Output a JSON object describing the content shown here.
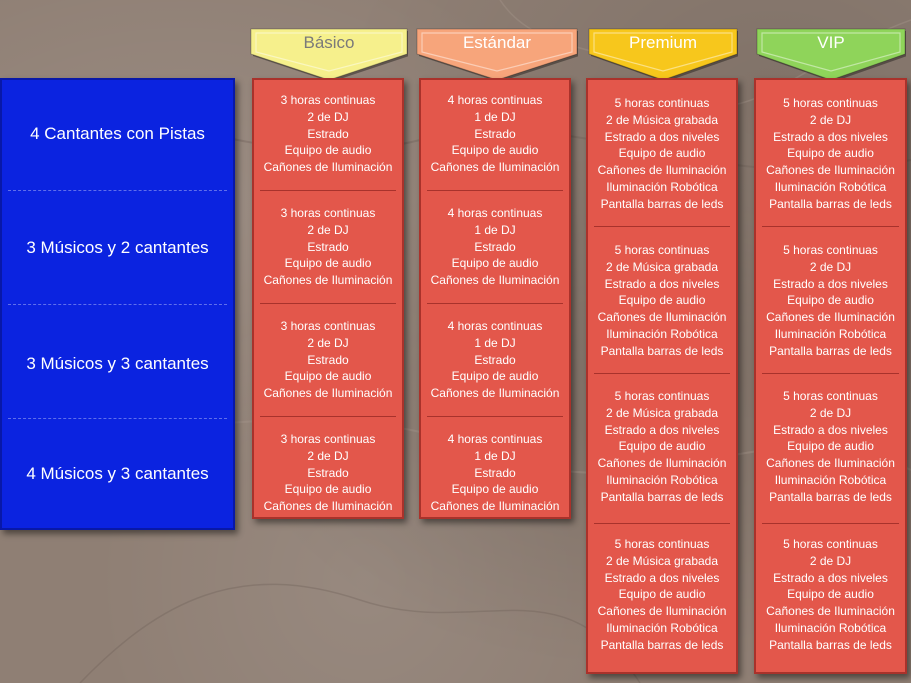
{
  "rows": [
    "4 Cantantes con Pistas",
    "3 Músicos y 2 cantantes",
    "3 Músicos y 3 cantantes",
    "4 Músicos y 3 cantantes"
  ],
  "plans": [
    {
      "name": "Básico",
      "color": "#f6f08c",
      "text_color": "#7a7a7a",
      "cells": [
        [
          "3 horas continuas",
          "2 de DJ",
          "Estrado",
          "Equipo de audio",
          "Cañones de Iluminación"
        ],
        [
          "3 horas continuas",
          "2 de DJ",
          "Estrado",
          "Equipo de audio",
          "Cañones de Iluminación"
        ],
        [
          "3 horas continuas",
          "2 de DJ",
          "Estrado",
          "Equipo de audio",
          "Cañones de Iluminación"
        ],
        [
          "3 horas continuas",
          "2 de DJ",
          "Estrado",
          "Equipo de audio",
          "Cañones de Iluminación"
        ]
      ]
    },
    {
      "name": "Estándar",
      "color": "#f7a57b",
      "text_color": "#ffffff",
      "cells": [
        [
          "4 horas continuas",
          "1 de DJ",
          "Estrado",
          "Equipo de audio",
          "Cañones de Iluminación"
        ],
        [
          "4 horas continuas",
          "1 de DJ",
          "Estrado",
          "Equipo de audio",
          "Cañones de Iluminación"
        ],
        [
          "4 horas continuas",
          "1 de DJ",
          "Estrado",
          "Equipo de audio",
          "Cañones de Iluminación"
        ],
        [
          "4 horas continuas",
          "1 de DJ",
          "Estrado",
          "Equipo de audio",
          "Cañones de Iluminación"
        ]
      ]
    },
    {
      "name": "Premium",
      "color": "#f7c71c",
      "text_color": "#ffffff",
      "cells": [
        [
          "5 horas continuas",
          "2 de Música grabada",
          "Estrado a dos niveles",
          "Equipo de audio",
          "Cañones de Iluminación",
          "Iluminación Robótica",
          "Pantalla  barras de leds"
        ],
        [
          "5 horas continuas",
          "2 de Música grabada",
          "Estrado a dos niveles",
          "Equipo de audio",
          "Cañones de Iluminación",
          "Iluminación Robótica",
          "Pantalla  barras de leds"
        ],
        [
          "5 horas continuas",
          "2 de Música grabada",
          "Estrado a dos niveles",
          "Equipo de audio",
          "Cañones de Iluminación",
          "Iluminación Robótica",
          "Pantalla  barras de leds"
        ],
        [
          "5 horas continuas",
          "2 de Música grabada",
          "Estrado a dos niveles",
          "Equipo de audio",
          "Cañones de Iluminación",
          "Iluminación Robótica",
          "Pantalla  barras de leds"
        ]
      ]
    },
    {
      "name": "VIP",
      "color": "#8fd45a",
      "text_color": "#ffffff",
      "cells": [
        [
          "5 horas continuas",
          "2 de DJ",
          "Estrado a dos niveles",
          "Equipo de audio",
          "Cañones de Iluminación",
          "Iluminación Robótica",
          "Pantalla  barras de leds"
        ],
        [
          "5 horas continuas",
          "2 de DJ",
          "Estrado a dos niveles",
          "Equipo de audio",
          "Cañones de Iluminación",
          "Iluminación Robótica",
          "Pantalla  barras de leds"
        ],
        [
          "5 horas continuas",
          "2 de DJ",
          "Estrado a dos niveles",
          "Equipo de audio",
          "Cañones de Iluminación",
          "Iluminación Robótica",
          "Pantalla  barras de leds"
        ],
        [
          "5 horas continuas",
          "2 de DJ",
          "Estrado a dos niveles",
          "Equipo de audio",
          "Cañones de Iluminación",
          "Iluminación Robótica",
          "Pantalla  barras de leds"
        ]
      ]
    }
  ]
}
